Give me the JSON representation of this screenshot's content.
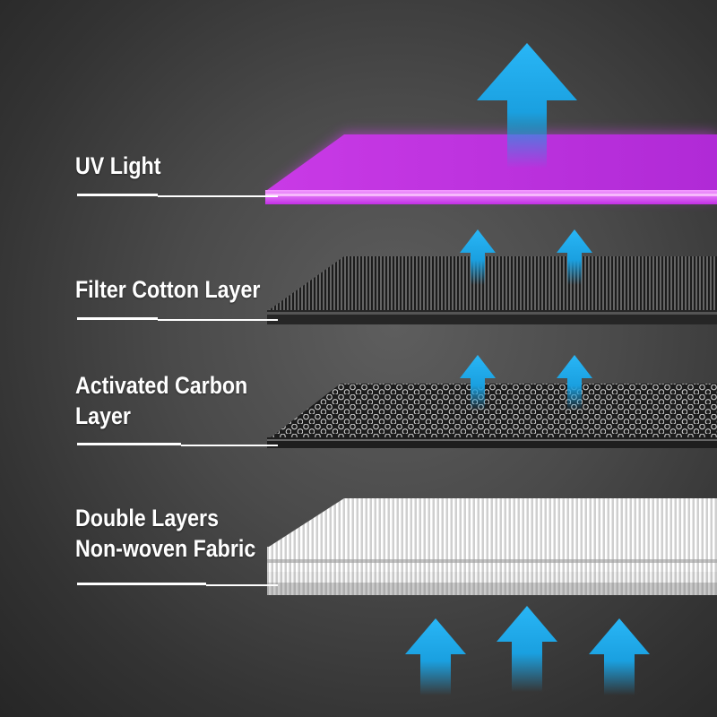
{
  "layers": [
    {
      "id": "uv",
      "lines": [
        "UV Light"
      ]
    },
    {
      "id": "cotton",
      "lines": [
        "Filter Cotton Layer"
      ]
    },
    {
      "id": "carbon",
      "lines": [
        "Activated Carbon",
        "Layer"
      ]
    },
    {
      "id": "fabric",
      "lines": [
        "Double Layers",
        "Non-woven Fabric"
      ]
    }
  ],
  "colors": {
    "uv_light": "#d23cf0",
    "arrow": "#1ea8e8",
    "label_text": "#ffffff",
    "background": "#4a4a4a"
  },
  "icons": [
    "up-arrow-icon"
  ]
}
